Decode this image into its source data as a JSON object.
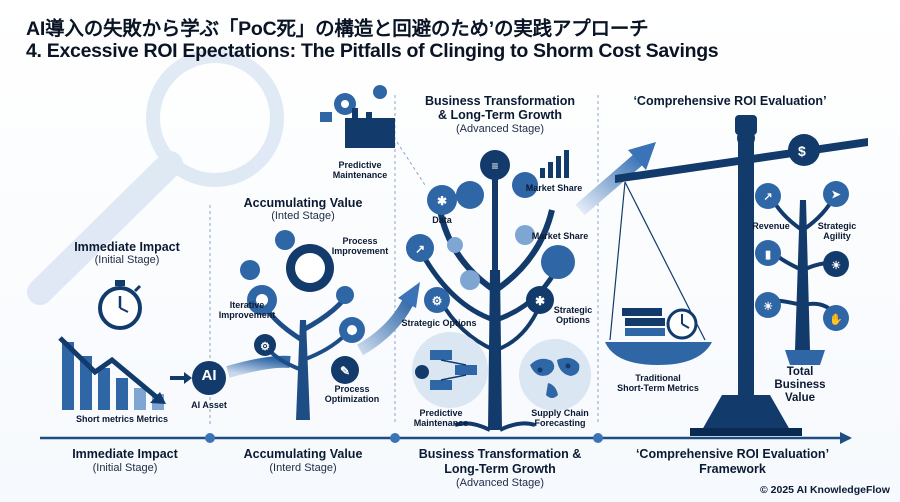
{
  "title_line1": "AI導入の失敗から学ぶ「PoC死」の構造と回避のため’の実践アプローチ",
  "title_line2": "4. Excessive ROI Epectations: The Pitfalls of Clinging to Shorm Cost Savings",
  "stage1": {
    "title": "Immediate Impact",
    "sub": "(Initial Stage)"
  },
  "stage2": {
    "title": "Accumulating Value",
    "sub": "(Inted Stage)"
  },
  "stage3": {
    "title_l1": "Business Transformation",
    "title_l2": "& Long-Term Growth",
    "sub": "(Advanced Stage)"
  },
  "stage4": {
    "title": "‘Comprehensive ROI Evaluation’"
  },
  "labels": {
    "short_metrics": "Short metrics Metrics",
    "ai_badge": "AI",
    "ai_asset": "AI Asset",
    "iterative_l1": "Iterative",
    "iterative_l2": "Improvement",
    "process_imp_l1": "Process",
    "process_imp_l2": "Improvement",
    "process_opt_l1": "Process",
    "process_opt_l2": "Optimization",
    "predictive_top_l1": "Predictive",
    "predictive_top_l2": "Maintenance",
    "data": "Data",
    "market_share_1": "Market Share",
    "market_share_2": "Market Share",
    "strategic_options_1": "Strategic Options",
    "strategic_options_2_l1": "Strategic",
    "strategic_options_2_l2": "Options",
    "predictive_bot_l1": "Predictive",
    "predictive_bot_l2": "Maintenance",
    "supply_l1": "Supply Chain",
    "supply_l2": "Forecasting",
    "traditional_l1": "Traditional",
    "traditional_l2": "Short-Term Metrics",
    "total_l1": "Total",
    "total_l2": "Business",
    "total_l3": "Value",
    "revenue": "Revenue",
    "strategic_agility_l1": "Strategic",
    "strategic_agility_l2": "Agility"
  },
  "bottom": {
    "b1_title": "Immediate Impact",
    "b1_sub": "(Initial Stage)",
    "b2_title": "Accumulating Value",
    "b2_sub": "(Interd Stage)",
    "b3_title_l1": "Business Transformation &",
    "b3_title_l2": "Long-Term Growth",
    "b3_sub": "(Advanced Stage)",
    "b4_title_l1": "‘Comprehensive ROI Evaluation’",
    "b4_title_l2": "Framework"
  },
  "copyright": "© 2025 AI KnowledgeFlow",
  "colors": {
    "navy": "#123a6b",
    "mid_blue": "#2f66a6",
    "light_blue": "#7fa6d2",
    "pale_blue": "#c9d9ec",
    "text": "#0b1a33"
  }
}
